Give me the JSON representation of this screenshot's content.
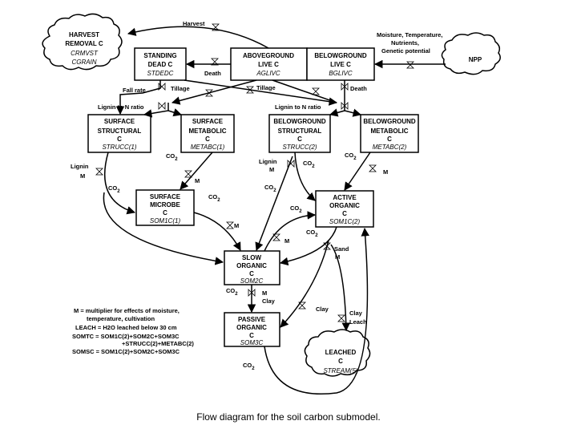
{
  "caption": "Flow diagram for the soil carbon submodel.",
  "colors": {
    "ink": "#000000",
    "background": "#ffffff"
  },
  "clouds": {
    "harvest": {
      "line1": "HARVEST",
      "line2": "REMOVAL C",
      "var1": "CRMVST",
      "var2": "CGRAIN"
    },
    "npp": {
      "label": "NPP"
    },
    "leached": {
      "line1": "LEACHED",
      "line2": "C",
      "var": "STREAM(5)"
    }
  },
  "boxes": {
    "standing_dead": {
      "line1": "STANDING",
      "line2": "DEAD C",
      "var": "STDEDC"
    },
    "aboveground_live": {
      "line1": "ABOVEGROUND",
      "line2": "LIVE C",
      "var": "AGLIVC"
    },
    "belowground_live": {
      "line1": "BELOWGROUND",
      "line2": "LIVE C",
      "var": "BGLIVC"
    },
    "surface_structural": {
      "line1": "SURFACE",
      "line2": "STRUCTURAL",
      "line3": "C",
      "var": "STRUCC(1)"
    },
    "surface_metabolic": {
      "line1": "SURFACE",
      "line2": "METABOLIC",
      "line3": "C",
      "var": "METABC(1)"
    },
    "belowground_structural": {
      "line1": "BELOWGROUND",
      "line2": "STRUCTURAL",
      "line3": "C",
      "var": "STRUCC(2)"
    },
    "belowground_metabolic": {
      "line1": "BELOWGROUND",
      "line2": "METABOLIC",
      "line3": "C",
      "var": "METABC(2)"
    },
    "surface_microbe": {
      "line1": "SURFACE",
      "line2": "MICROBE",
      "line3": "C",
      "var": "SOM1C(1)"
    },
    "active_organic": {
      "line1": "ACTIVE",
      "line2": "ORGANIC",
      "line3": "C",
      "var": "SOM1C(2)"
    },
    "slow_organic": {
      "line1": "SLOW",
      "line2": "ORGANIC",
      "line3": "C",
      "var": "SOM2C"
    },
    "passive_organic": {
      "line1": "PASSIVE",
      "line2": "ORGANIC",
      "line3": "C",
      "var": "SOM3C"
    }
  },
  "labels": {
    "harvest": "Harvest",
    "death_top": "Death",
    "moisture": "Moisture, Temperature,",
    "nutrients": "Nutrients,",
    "genetic": "Genetic potential",
    "fall_rate": "Fall rate",
    "tillage_1": "Tillage",
    "tillage_2": "Tillage",
    "death_right": "Death",
    "lignin_n_1": "Lignin to N ratio",
    "lignin_n_2": "Lignin to N ratio",
    "co2": "CO",
    "sub2": "2",
    "lignin": "Lignin",
    "m": "M",
    "sand": "Sand",
    "clay": "Clay",
    "leach": "Leach"
  },
  "legend": {
    "line1": "M = multiplier for effects of moisture,",
    "line2": "temperature, cultivation",
    "line3": "LEACH = H2O leached below 30 cm",
    "line4": "SOMTC = SOM1C(2)+SOM2C+SOM3C",
    "line5": "+STRUCC(2)+METABC(2)",
    "line6": "SOMSC = SOM1C(2)+SOM2C+SOM3C"
  }
}
